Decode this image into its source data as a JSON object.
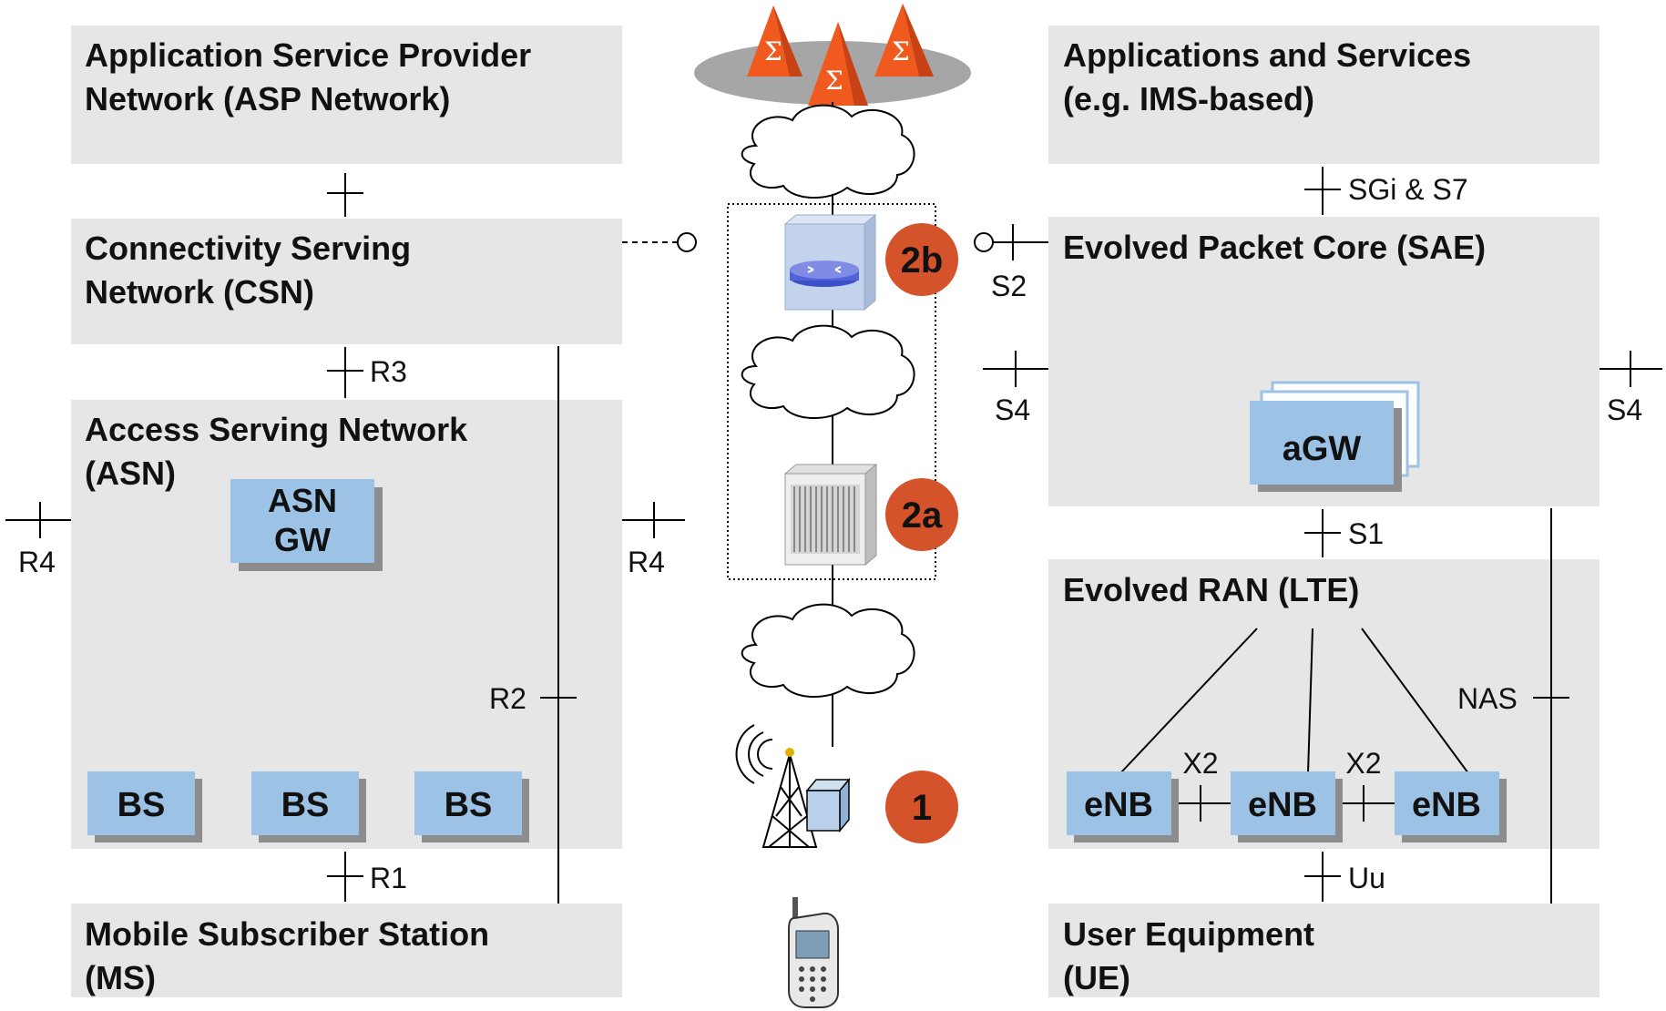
{
  "left": {
    "asp": {
      "line1": "Application Service Provider",
      "line2": "Network (ASP Network)"
    },
    "csn": {
      "line1": "Connectivity Serving",
      "line2": "Network (CSN)"
    },
    "asn": {
      "line1": "Access Serving Network",
      "line2": "(ASN)",
      "gw_line1": "ASN",
      "gw_line2": "GW",
      "bs": [
        "BS",
        "BS",
        "BS"
      ]
    },
    "ms": {
      "line1": "Mobile Subscriber Station",
      "line2": "(MS)"
    },
    "interfaces": {
      "r3": "R3",
      "r1": "R1",
      "r2": "R2",
      "r4_left": "R4",
      "r4_right": "R4"
    }
  },
  "right": {
    "apps": {
      "line1": "Applications and Services",
      "line2": "(e.g. IMS-based)"
    },
    "epc": {
      "title": "Evolved Packet Core (SAE)",
      "agw": "aGW"
    },
    "eran": {
      "title": "Evolved RAN (LTE)",
      "enb": [
        "eNB",
        "eNB",
        "eNB"
      ],
      "x2": [
        "X2",
        "X2"
      ]
    },
    "ue": {
      "line1": "User Equipment",
      "line2": "(UE)"
    },
    "interfaces": {
      "sgi": "SGi & S7",
      "s2": "S2",
      "s4_left": "S4",
      "s4_right": "S4",
      "s1": "S1",
      "uu": "Uu",
      "nas": "NAS"
    }
  },
  "center": {
    "badges": {
      "b2b": "2b",
      "b2a": "2a",
      "b1": "1"
    }
  },
  "colors": {
    "panel": "#e6e6e6",
    "node": "#9cc3e6",
    "badge": "#d4532b",
    "pyramid": "#f05a1e",
    "platform": "#a6a6a6"
  }
}
